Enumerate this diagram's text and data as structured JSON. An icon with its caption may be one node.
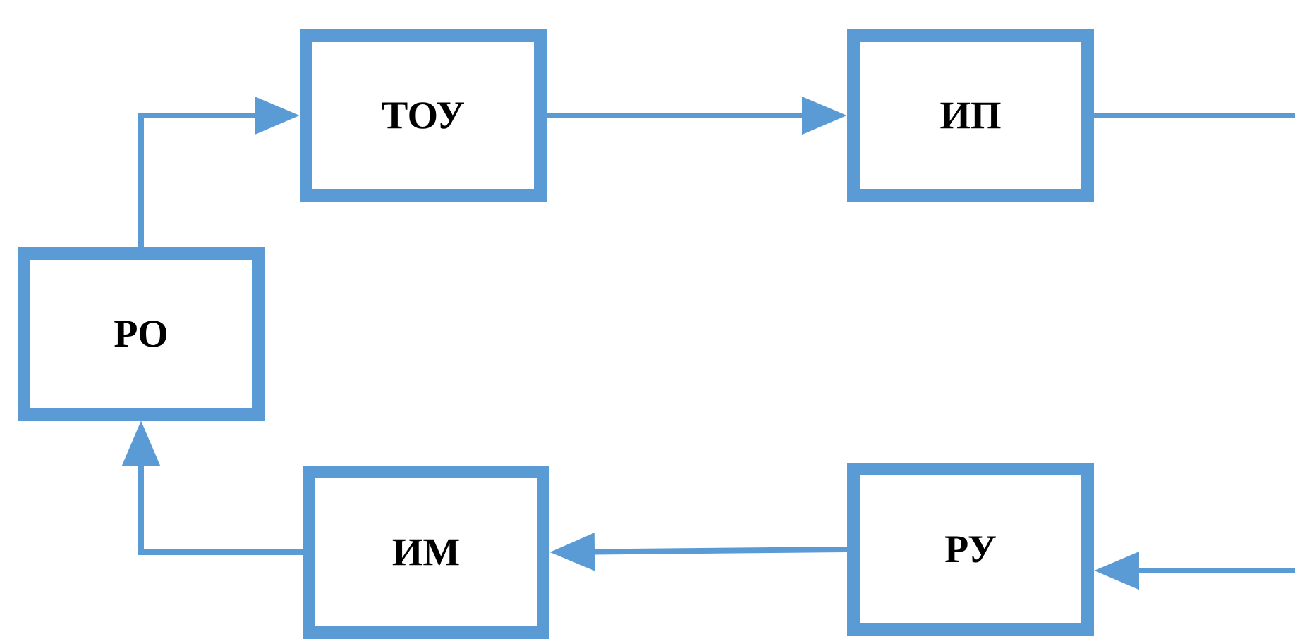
{
  "diagram": {
    "nodes": [
      {
        "text": [
          "РО"
        ]
      },
      {
        "text": [
          "ТОУ"
        ]
      },
      {
        "text": [
          "ИП"
        ]
      },
      {
        "text": [
          "ИМ"
        ]
      },
      {
        "text": [
          "РУ"
        ]
      }
    ],
    "edges": [
      {
        "from": 0,
        "to": 1,
        "arrow": "to"
      },
      {
        "from": 1,
        "to": 2,
        "arrow": "to"
      },
      {
        "from": 2,
        "to": null,
        "arrow": "none"
      },
      {
        "from": null,
        "to": 4,
        "arrow": "to"
      },
      {
        "from": 4,
        "to": 3,
        "arrow": "to"
      },
      {
        "from": 3,
        "to": 0,
        "arrow": "to"
      }
    ]
  }
}
